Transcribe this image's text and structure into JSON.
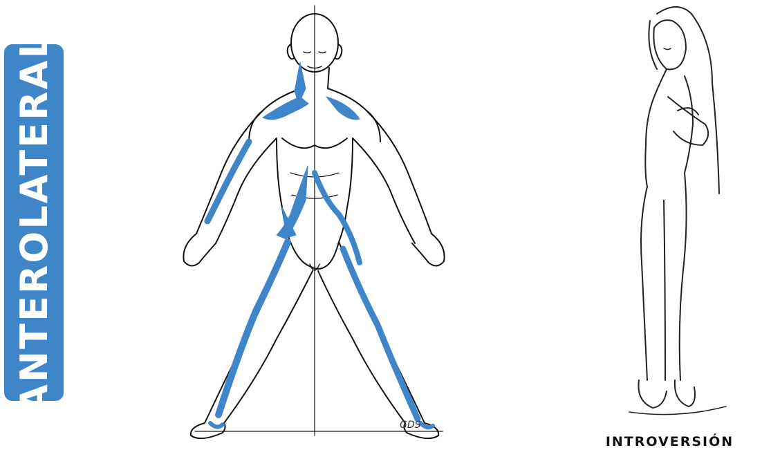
{
  "side_label": "ANTEROLATERAL",
  "signature": "GDS",
  "caption": "INTROVERSIÓN",
  "colors": {
    "accent": "#3f86c9",
    "line": "#111111"
  }
}
